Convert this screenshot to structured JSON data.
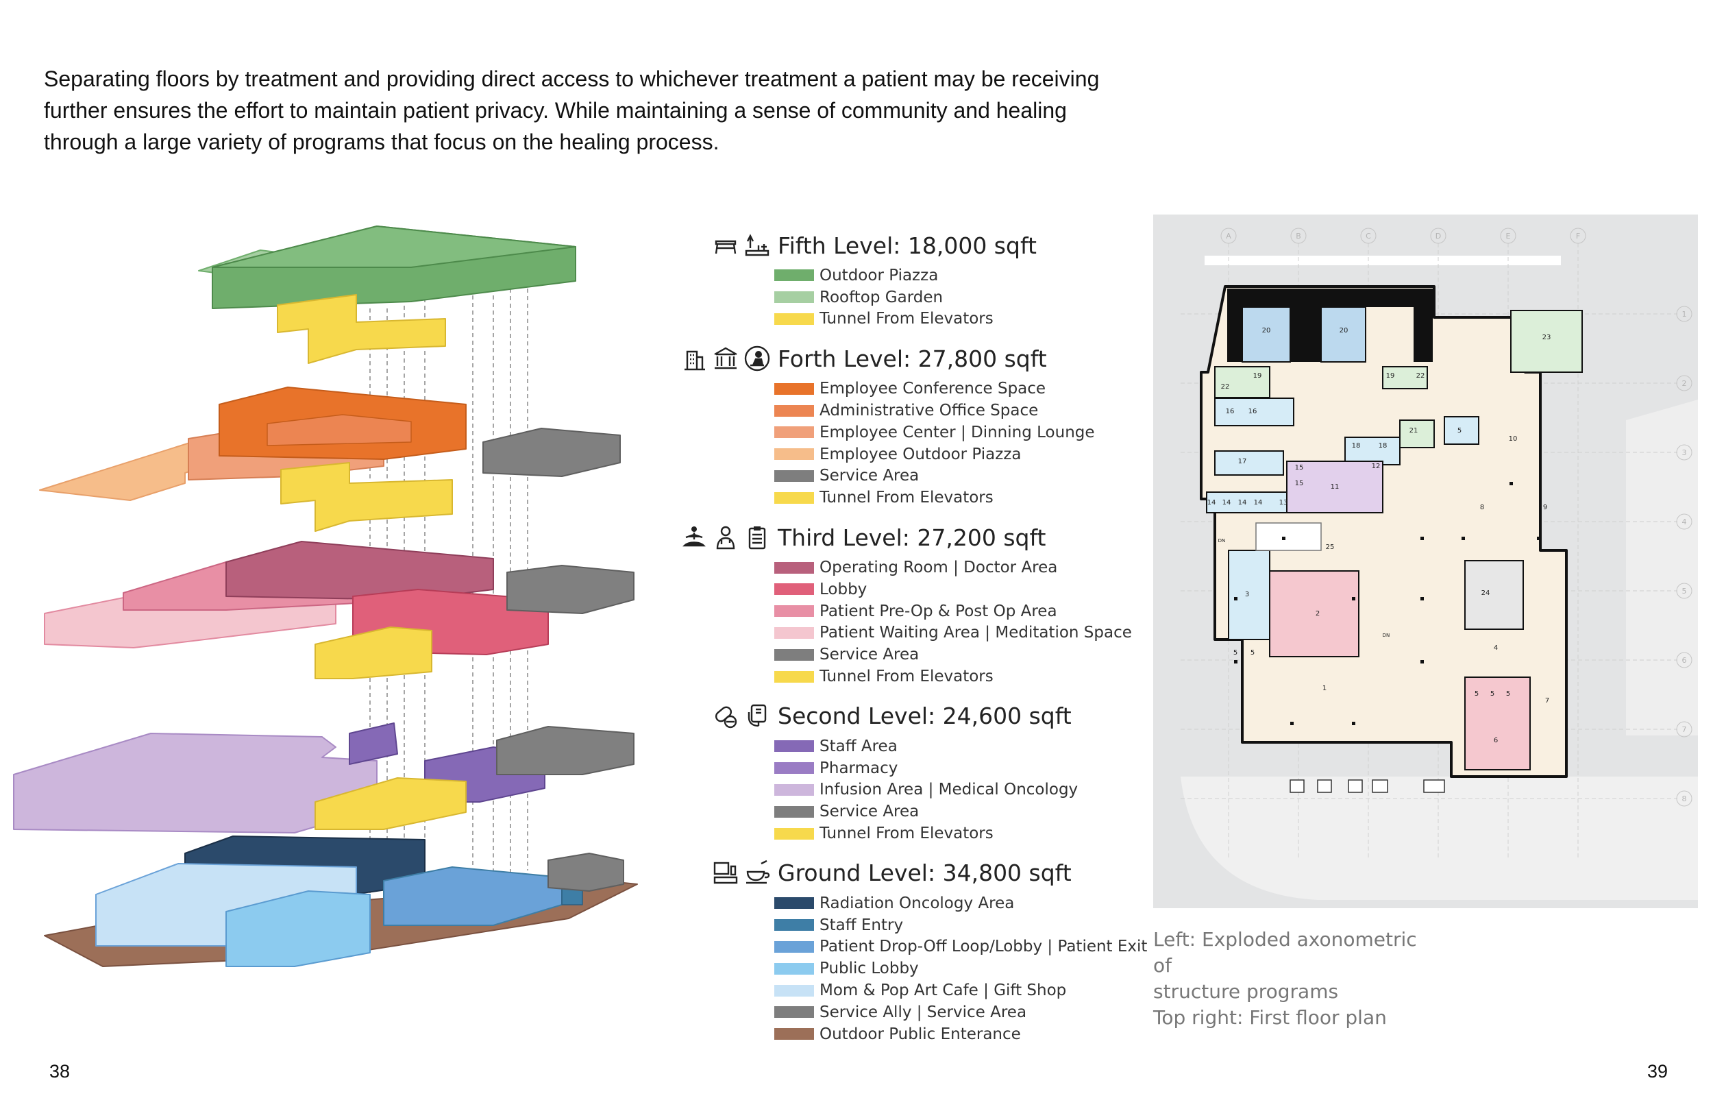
{
  "intro_text": "Separating floors by treatment and providing direct access to whichever treatment a patient may be receiving further ensures the effort to maintain patient privacy. While maintaining a sense of community and healing through a large variety of programs that focus on the healing process.",
  "page_left": "38",
  "page_right": "39",
  "legend": [
    {
      "title": "Fifth Level: 18,000 sqft",
      "icons": [
        "bench-icon",
        "rooftop-garden-icon"
      ],
      "items": [
        {
          "label": "Outdoor Piazza",
          "color": "#6fae6c"
        },
        {
          "label": "Rooftop Garden",
          "color": "#a6cfa2"
        },
        {
          "label": "Tunnel From Elevators",
          "color": "#f7d94c"
        }
      ]
    },
    {
      "title": "Forth Level: 27,800 sqft",
      "icons": [
        "office-building-icon",
        "institution-icon",
        "employee-icon"
      ],
      "items": [
        {
          "label": "Employee Conference Space",
          "color": "#e8732a"
        },
        {
          "label": "Administrative Office Space",
          "color": "#ec8552"
        },
        {
          "label": "Employee Center | Dinning Lounge",
          "color": "#f0a07a"
        },
        {
          "label": "Employee Outdoor Piazza",
          "color": "#f6bd8a"
        },
        {
          "label": "Service Area",
          "color": "#7e7e7e"
        },
        {
          "label": "Tunnel From Elevators",
          "color": "#f7d94c"
        }
      ]
    },
    {
      "title": "Third Level: 27,200 sqft",
      "icons": [
        "meditation-icon",
        "doctor-icon",
        "clipboard-icon"
      ],
      "items": [
        {
          "label": "Operating Room | Doctor Area",
          "color": "#b8607c"
        },
        {
          "label": "Lobby",
          "color": "#e0607a"
        },
        {
          "label": "Patient Pre-Op & Post Op Area",
          "color": "#e88fa5"
        },
        {
          "label": "Patient Waiting Area | Meditation Space",
          "color": "#f4c6cf"
        },
        {
          "label": "Service Area",
          "color": "#7e7e7e"
        },
        {
          "label": "Tunnel From Elevators",
          "color": "#f7d94c"
        }
      ]
    },
    {
      "title": "Second Level: 24,600 sqft",
      "icons": [
        "pills-icon",
        "iv-bag-icon"
      ],
      "items": [
        {
          "label": "Staff Area",
          "color": "#8569b6"
        },
        {
          "label": "Pharmacy",
          "color": "#9a7cc4"
        },
        {
          "label": "Infusion Area | Medical Oncology",
          "color": "#cdb6dc"
        },
        {
          "label": "Service Area",
          "color": "#7e7e7e"
        },
        {
          "label": "Tunnel From Elevators",
          "color": "#f7d94c"
        }
      ]
    },
    {
      "title": "Ground Level: 34,800 sqft",
      "icons": [
        "cafe-counter-icon",
        "coffee-cup-icon"
      ],
      "items": [
        {
          "label": "Radiation Oncology Area",
          "color": "#2b4a6b"
        },
        {
          "label": "Staff Entry",
          "color": "#3e7ea6"
        },
        {
          "label": "Patient Drop-Off Loop/Lobby | Patient Exit",
          "color": "#6aa2d8"
        },
        {
          "label": "Public Lobby",
          "color": "#8ccbef"
        },
        {
          "label": "Mom & Pop Art Cafe | Gift Shop",
          "color": "#c7e2f6"
        },
        {
          "label": "Service Ally | Service Area",
          "color": "#7e7e7e"
        },
        {
          "label": "Outdoor Public Enterance",
          "color": "#9c6f58"
        }
      ]
    }
  ],
  "caption": {
    "line1": "Left:  Exploded  axonometric  of",
    "line2": "structure programs",
    "line3": "Top right: First floor plan"
  },
  "floor_plan": {
    "grid_columns": [
      "A",
      "B",
      "C",
      "D",
      "E",
      "F"
    ],
    "grid_rows": [
      "1",
      "2",
      "3",
      "4",
      "5",
      "6",
      "7",
      "8"
    ],
    "room_numbers": [
      "20",
      "20",
      "23",
      "19",
      "19",
      "22",
      "22",
      "16",
      "16",
      "17",
      "18",
      "18",
      "21",
      "5",
      "10",
      "12",
      "15",
      "15",
      "14",
      "14",
      "14",
      "14",
      "13",
      "11",
      "8",
      "9",
      "25",
      "3",
      "2",
      "24",
      "4",
      "5",
      "5",
      "1",
      "5",
      "5",
      "5",
      "7",
      "6",
      "DN",
      "DN"
    ]
  }
}
